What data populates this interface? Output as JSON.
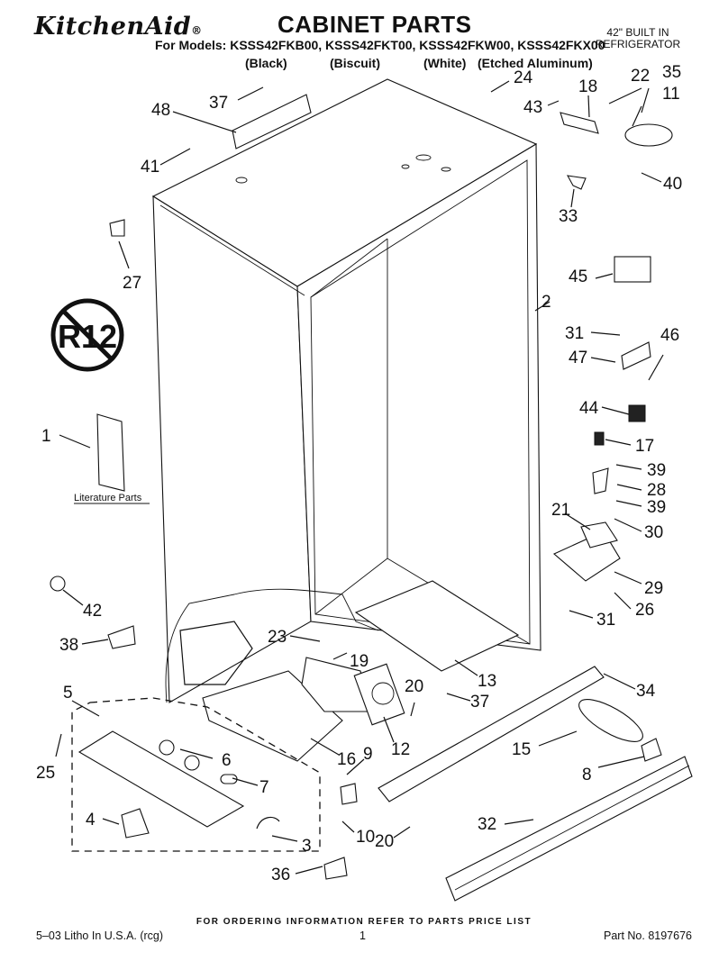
{
  "header": {
    "brand": "KitchenAid",
    "brand_mark": "®",
    "title": "CABINET PARTS",
    "models": "For Models: KSSS42FKB00, KSSS42FKT00, KSSS42FKW00, KSSS42FKX00",
    "variants": [
      "(Black)",
      "(Biscuit)",
      "(White)",
      "(Etched Aluminum)"
    ],
    "built_in_line1": "42\" BUILT IN",
    "built_in_line2": "REFRIGERATOR"
  },
  "literature_label": "Literature Parts",
  "r12_symbol": "R12",
  "part_labels": [
    "1",
    "2",
    "3",
    "4",
    "5",
    "6",
    "7",
    "8",
    "9",
    "10",
    "11",
    "12",
    "13",
    "15",
    "16",
    "17",
    "18",
    "19",
    "20",
    "20",
    "21",
    "22",
    "23",
    "24",
    "25",
    "26",
    "27",
    "28",
    "29",
    "30",
    "31",
    "31",
    "32",
    "33",
    "34",
    "35",
    "36",
    "37",
    "37",
    "38",
    "39",
    "39",
    "40",
    "41",
    "42",
    "43",
    "44",
    "45",
    "46",
    "47",
    "48"
  ],
  "footer": {
    "ordering": "FOR ORDERING INFORMATION REFER TO PARTS PRICE LIST",
    "litho": "5–03 Litho In U.S.A. (rcg)",
    "page": "1",
    "part_no": "Part No. 8197676"
  }
}
